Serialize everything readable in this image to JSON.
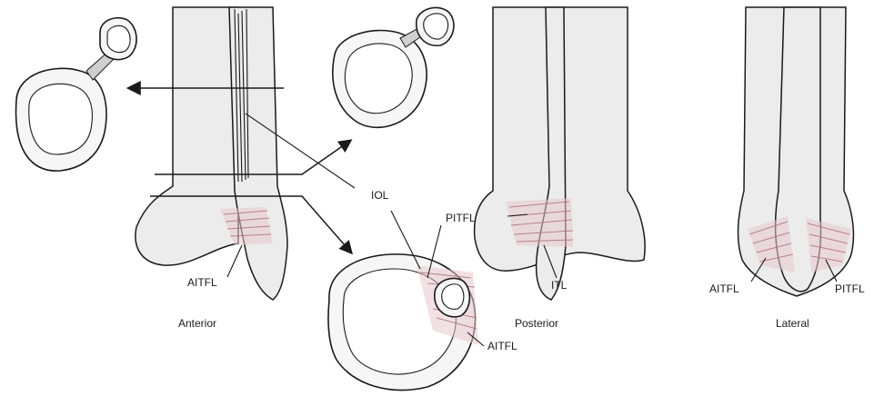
{
  "labels": {
    "iol": "IOL",
    "pitfl": "PITFL",
    "aitfl": "AITFL",
    "itl": "ITL"
  },
  "views": {
    "anterior": "Anterior",
    "posterior": "Posterior",
    "lateral": "Lateral"
  },
  "colors": {
    "ligament": "#b0707a",
    "bone_fill": "#ececec",
    "outline": "#1a1a1a"
  }
}
